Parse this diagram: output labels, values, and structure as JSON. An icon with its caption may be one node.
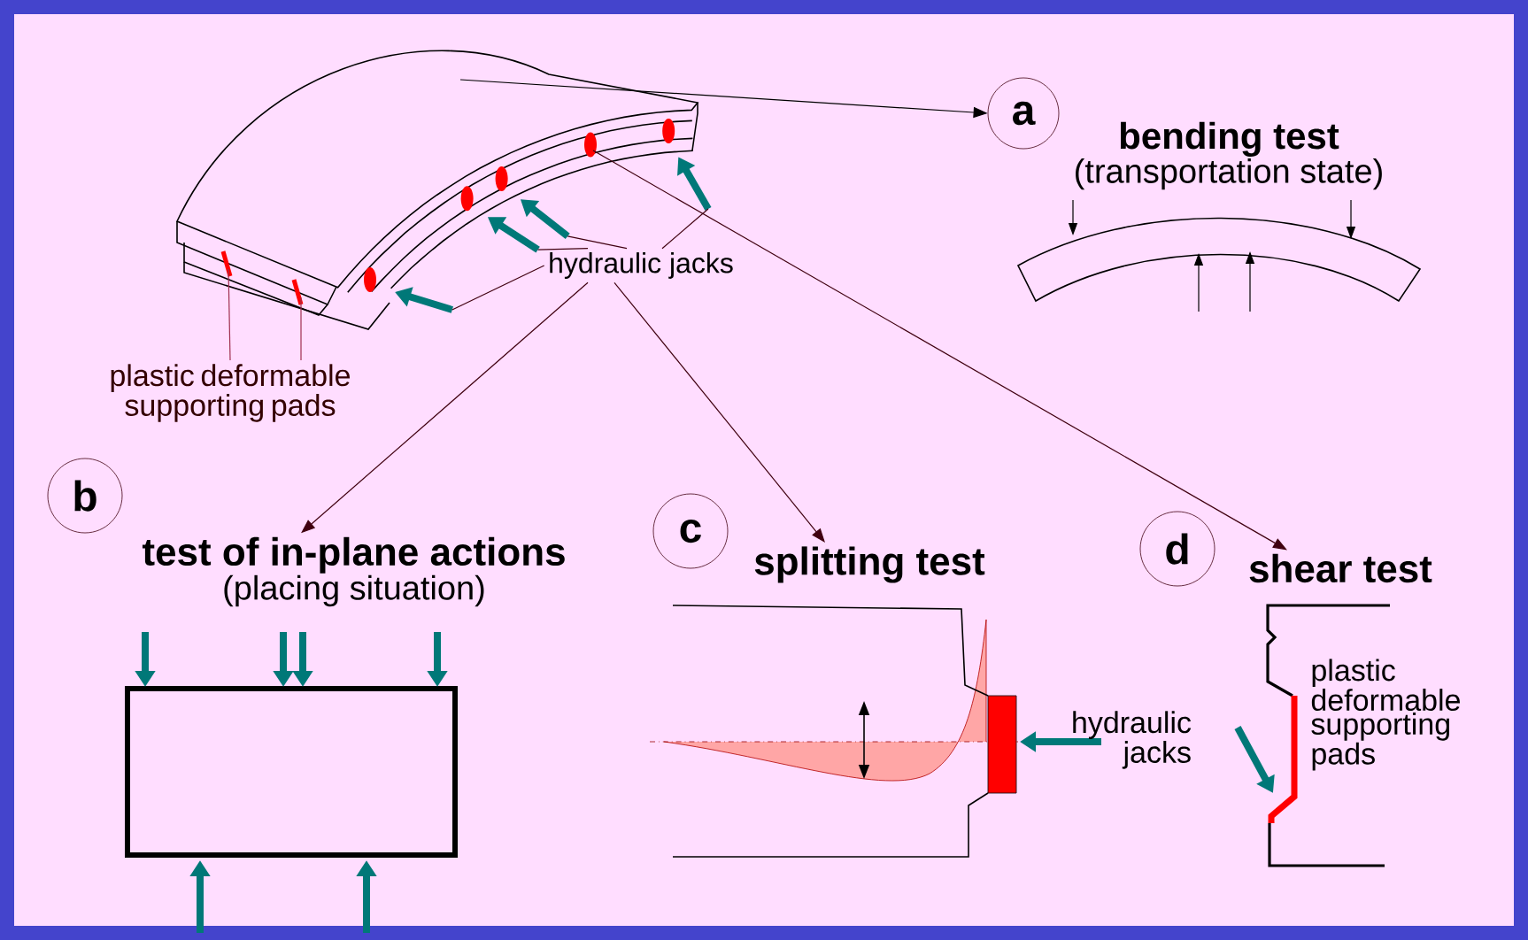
{
  "diagram": {
    "nodes": [
      {
        "text": [],
        "shape": "picture"
      },
      {
        "text": [
          "hydraulic jacks"
        ]
      },
      {
        "text": [
          "plastic deformable supporting pads"
        ]
      },
      {
        "text": [
          "a"
        ]
      },
      {
        "text": [
          "bending test",
          "(transportation state)"
        ]
      },
      {
        "text": [
          "b"
        ]
      },
      {
        "text": [
          "test of in-plane actions",
          "(placing situation)"
        ]
      },
      {
        "text": [
          "c"
        ]
      },
      {
        "text": [
          "splitting test"
        ]
      },
      {
        "text": [
          "d"
        ]
      },
      {
        "text": [
          "shear test"
        ]
      }
    ],
    "edges": [
      {
        "from": 0,
        "to": 3,
        "arrow": "to"
      },
      {
        "from": 1,
        "to": 6,
        "arrow": "to"
      },
      {
        "from": 1,
        "to": 8,
        "arrow": "to"
      },
      {
        "from": 0,
        "to": 10,
        "arrow": "to"
      },
      {
        "from": 1,
        "to": 0,
        "arrow": "none"
      },
      {
        "from": 1,
        "to": 0,
        "arrow": "none"
      },
      {
        "from": 1,
        "to": 0,
        "arrow": "none"
      },
      {
        "from": 1,
        "to": 0,
        "arrow": "none"
      },
      {
        "from": 2,
        "to": 0,
        "arrow": "none",
        "color": "#a03050"
      },
      {
        "from": 2,
        "to": 0,
        "arrow": "none",
        "color": "#a03050"
      }
    ],
    "labels": [
      "hydraulic jacks",
      "plastic deformable supporting pads"
    ]
  }
}
